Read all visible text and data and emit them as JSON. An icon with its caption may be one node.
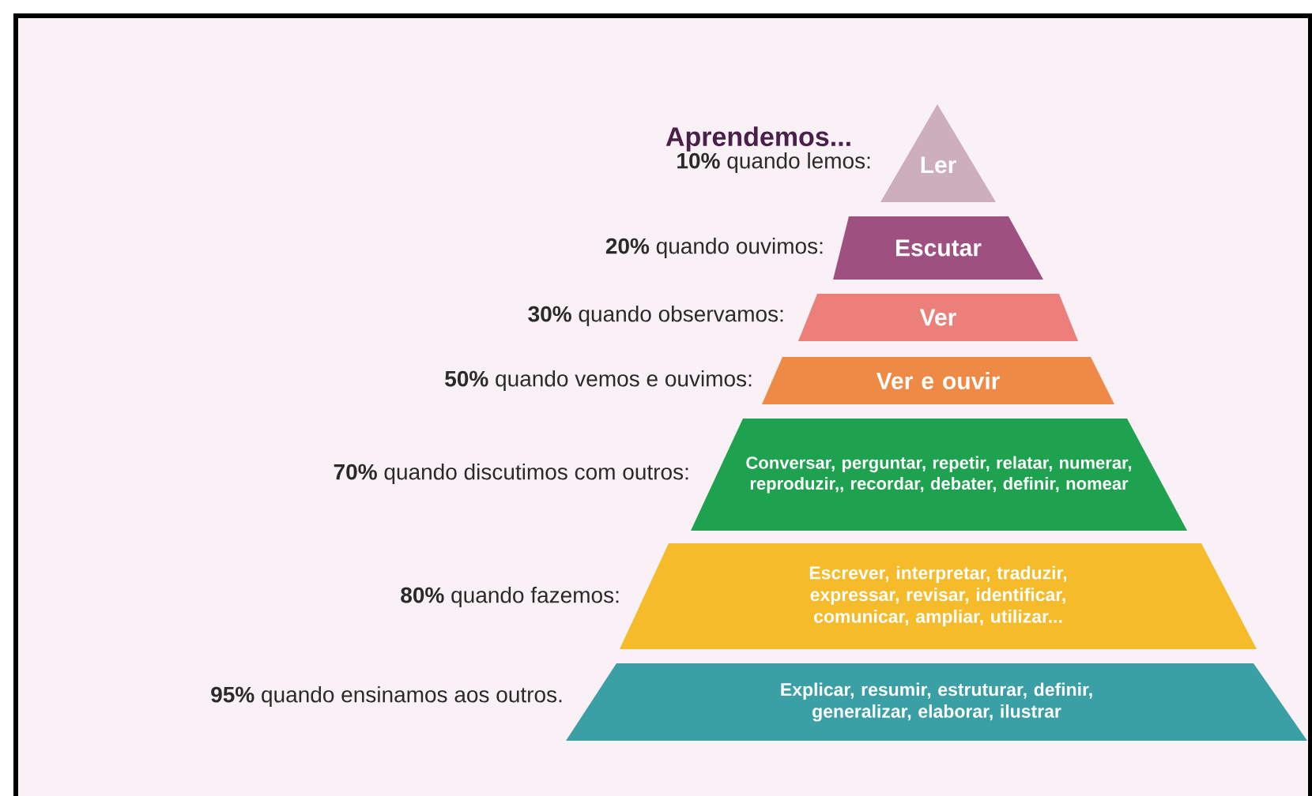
{
  "diagram": {
    "title": "Aprendemos...",
    "nodes": [
      {
        "text": [
          "Ler"
        ],
        "beside": [
          "**10%** quando lemos:"
        ]
      },
      {
        "text": [
          "Escutar"
        ],
        "beside": [
          "**20%** quando ouvimos:"
        ]
      },
      {
        "text": [
          "Ver"
        ],
        "beside": [
          "**30%** quando observamos:"
        ]
      },
      {
        "text": [
          "Ver e ouvir"
        ],
        "beside": [
          "**50%** quando vemos e ouvimos:"
        ]
      },
      {
        "text": [
          "Conversar, perguntar, repetir, relatar, numerar, reproduzir,, recordar, debater, definir, nomear"
        ],
        "beside": [
          "**70%** quando discutimos com outros:"
        ]
      },
      {
        "text": [
          "Escrever, interpretar, traduzir, expressar, revisar, identificar, comunicar, ampliar, utilizar..."
        ],
        "beside": [
          "**80%** quando fazemos:"
        ]
      },
      {
        "text": [
          "Explicar, resumir, estruturar, definir, generalizar, elaborar, ilustrar"
        ],
        "beside": [
          "**95%** quando ensinamos aos outros."
        ]
      }
    ]
  }
}
